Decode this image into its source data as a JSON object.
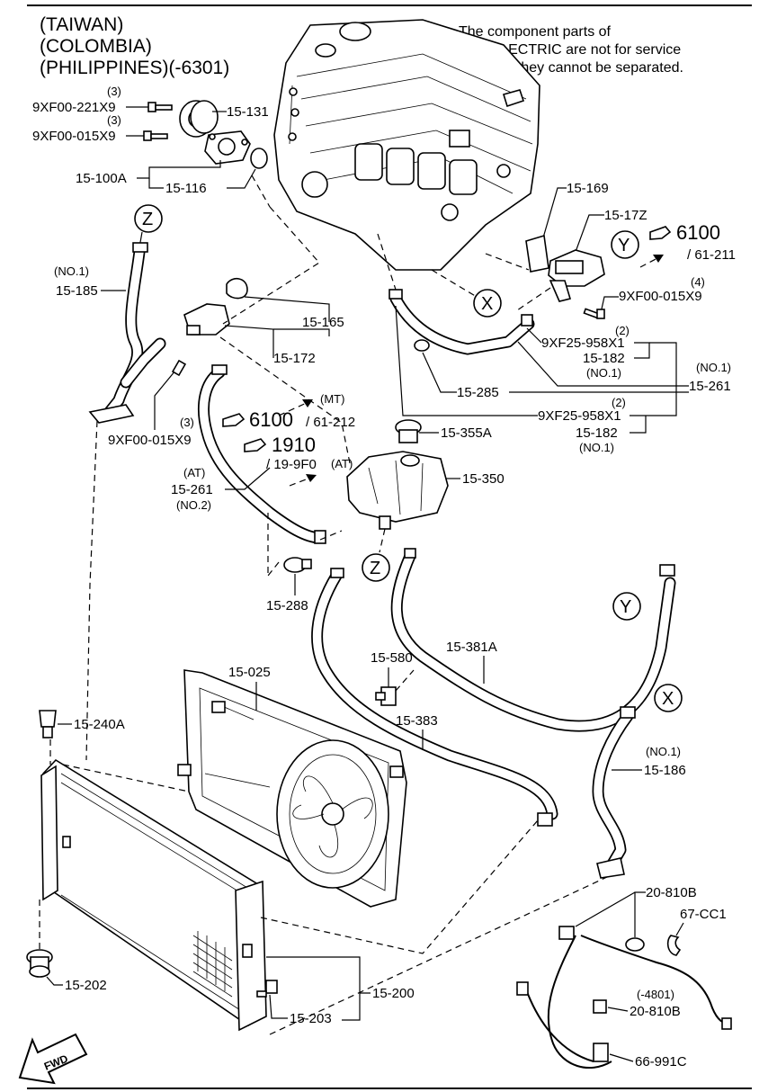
{
  "header": {
    "line1": "(TAIWAN)",
    "line2": "(COLOMBIA)",
    "line3": "(PHILIPPINES)(-6301)"
  },
  "note": {
    "line1": "The component parts of",
    "line2": "FAN.ELECTRIC are not for service",
    "line3": "because they cannot be separated."
  },
  "callouts": {
    "z": "Z",
    "y": "Y",
    "x": "X"
  },
  "labels": {
    "p9xf00_221x9": "9XF00-221X9",
    "qty3_a": "(3)",
    "p15_131": "15-131",
    "qty3_b": "(3)",
    "p9xf00_015x9_a": "9XF00-015X9",
    "p15_100a": "15-100A",
    "p15_116": "15-116",
    "p15_169": "15-169",
    "p15_17z": "15-17Z",
    "ref6100_a": "6100",
    "ref61_211": "/ 61-211",
    "qty4": "(4)",
    "p9xf00_015x9_b": "9XF00-015X9",
    "no1_a": "(NO.1)",
    "p15_185": "15-185",
    "p15_165": "15-165",
    "p15_172": "15-172",
    "qty2_a": "(2)",
    "p9xf25_958x1_a": "9XF25-958X1",
    "p15_182_a": "15-182",
    "no1_b": "(NO.1)",
    "no1_c": "(NO.1)",
    "p15_285": "15-285",
    "p15_261_a": "15-261",
    "qty2_b": "(2)",
    "p9xf25_958x1_b": "9XF25-958X1",
    "p15_182_b": "15-182",
    "no1_d": "(NO.1)",
    "mt": "(MT)",
    "ref6100_b": "6100",
    "ref61_212": "/ 61-212",
    "qty3_c": "(3)",
    "p9xf00_015x9_c": "9XF00-015X9",
    "p15_355a": "15-355A",
    "ref1910": "1910",
    "ref19_9f0": "/ 19-9F0",
    "at_a": "(AT)",
    "at_b": "(AT)",
    "p15_261_b": "15-261",
    "no2": "(NO.2)",
    "p15_350": "15-350",
    "p15_288": "15-288",
    "p15_580": "15-580",
    "p15_381a": "15-381A",
    "p15_025": "15-025",
    "p15_383": "15-383",
    "p15_240a": "15-240A",
    "no1_e": "(NO.1)",
    "p15_186": "15-186",
    "p20_810b_a": "20-810B",
    "p67_cc1": "67-CC1",
    "p15_202": "15-202",
    "m4801": "(-4801)",
    "p20_810b_b": "20-810B",
    "p15_200": "15-200",
    "p15_203": "15-203",
    "p66_991c": "66-991C",
    "fwd": "FWD"
  }
}
